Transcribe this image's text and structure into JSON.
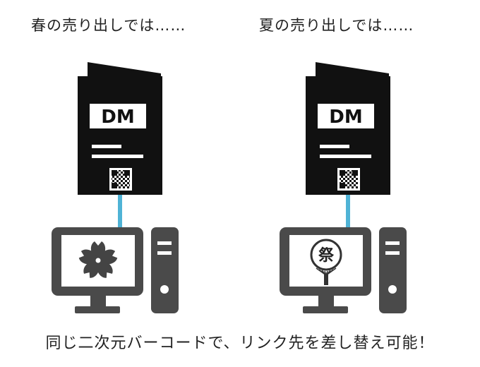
{
  "headings": {
    "spring": "春の売り出しでは……",
    "summer": "夏の売り出しでは……"
  },
  "dm_label": "DM",
  "caption": "同じ二次元バーコードで、リンク先を差し替え可能！",
  "summer_icon_text": "祭",
  "colors": {
    "dark": "#111111",
    "gray": "#4a4a4a",
    "link": "#4fb3d6",
    "white": "#ffffff"
  },
  "icons": {
    "spring_screen": "sakura-flower-icon",
    "summer_screen": "festival-uchiwa-fan-icon"
  }
}
